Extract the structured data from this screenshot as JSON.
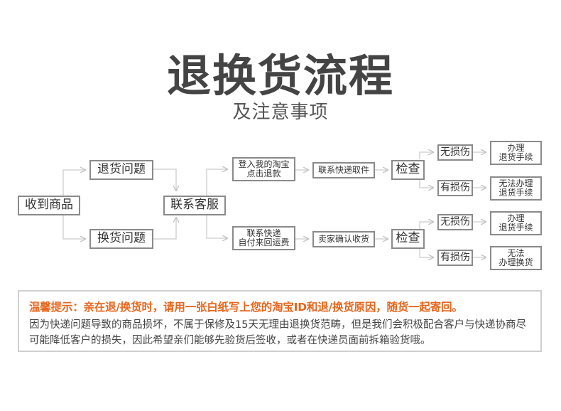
{
  "header": {
    "title": "退换货流程",
    "subtitle": "及注意事项"
  },
  "flow": {
    "start": "收到商品",
    "return_issue": "退货问题",
    "exchange_issue": "换货问题",
    "contact_service": "联系客服",
    "return_path": {
      "step1": "登入我的淘宝\n点击退款",
      "step2": "联系快递取件",
      "check": "检查",
      "no_damage": "无损伤",
      "no_damage_result": "办理\n退货手续",
      "damaged": "有损伤",
      "damaged_result": "无法办理\n退货手续"
    },
    "exchange_path": {
      "step1": "联系快递\n自付来回运费",
      "step2": "卖家确认收货",
      "check": "检查",
      "no_damage": "无损伤",
      "no_damage_result": "办理\n退货手续",
      "damaged": "有损伤",
      "damaged_result": "无法\n办理换货"
    }
  },
  "notice": {
    "title": "温馨提示：亲在退/换货时，请用一张白纸写上您的淘宝ID和退/换货原因，随货一起寄回。",
    "body": "因为快递问题导致的商品损坏，不属于保修及15天无理由退换货范畴，但是我们会积极配合客户与快递协商尽可能降低客户的损失，因此希望亲们能够先验货后签收，或者在快递员面前拆箱验货哦。"
  },
  "colors": {
    "title": "#444444",
    "accent_orange": "#e8651c",
    "box_border": "#8a8a8a",
    "connector": "#c8c8c8"
  }
}
